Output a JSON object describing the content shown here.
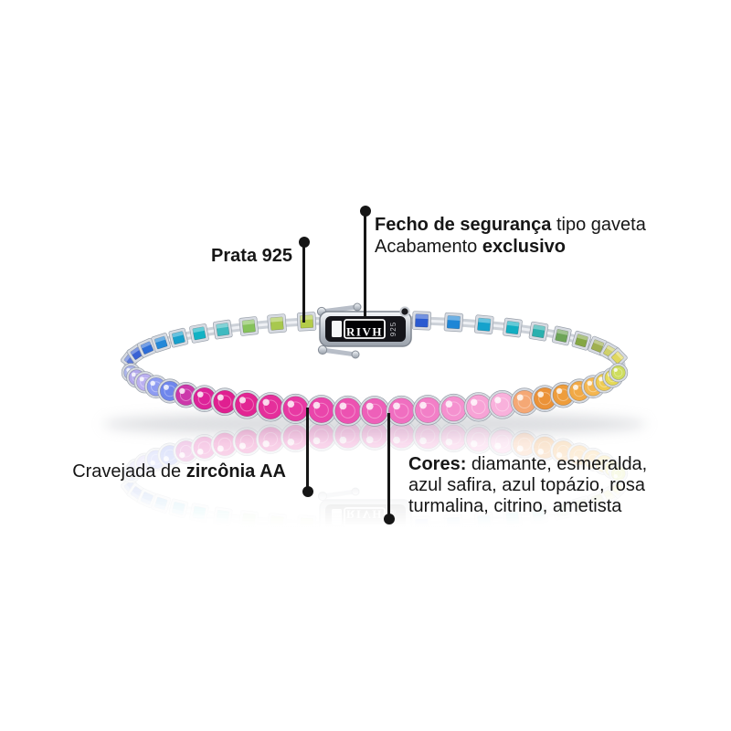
{
  "annotations": {
    "prata": {
      "text": "Prata 925"
    },
    "fecho": {
      "line1_bold": "Fecho de segurança",
      "line1_regular": " tipo gaveta",
      "line2_regular": "Acabamento ",
      "line2_bold": "exclusivo"
    },
    "cravejada": {
      "regular": "Cravejada de ",
      "bold": "zircônia AA"
    },
    "cores": {
      "line1_bold": "Cores:",
      "line1_regular": " diamante, esmeralda,",
      "line2": "azul safira, azul topázio, rosa",
      "line3": "turmalina, citrino, ametista"
    }
  },
  "clasp": {
    "brand": "RIVH",
    "hallmark": "925"
  },
  "bracelet": {
    "metal_color": "#ccd1d8",
    "frame_color": "#d8dce3",
    "frame_edge_color": "#9aa1ab",
    "near_stones": [
      "#aab4ea",
      "#b2a8ec",
      "#baaff0",
      "#8e9cf2",
      "#6f86ec",
      "#cc38aa",
      "#dd2399",
      "#e01f90",
      "#e22593",
      "#e52f9b",
      "#e839a3",
      "#ea45ab",
      "#ec52b1",
      "#ee60b9",
      "#f06ec0",
      "#f27fc7",
      "#f591cf",
      "#f7a3d6",
      "#f9b1dc",
      "#f5a875",
      "#eb9238",
      "#ee9d3c",
      "#f1a946",
      "#f4b650",
      "#eecb52",
      "#e5d957",
      "#cedd5f"
    ],
    "far_stones_left": [
      "#5a78d8",
      "#3a62d4",
      "#2e6ed8",
      "#2388d8",
      "#17a0cc",
      "#12b2c4",
      "#3fbac0",
      "#86c25a",
      "#a8c84e",
      "#b4cc48"
    ],
    "far_stones_right": [
      "#2a5ad0",
      "#1f86d6",
      "#15a2cc",
      "#12aec2",
      "#2ab0ae",
      "#6da457",
      "#85a744",
      "#a0b050",
      "#cfd06a",
      "#e0d75f"
    ]
  },
  "style": {
    "text_color": "#161616",
    "callout_color": "#161616",
    "background": "#ffffff"
  }
}
